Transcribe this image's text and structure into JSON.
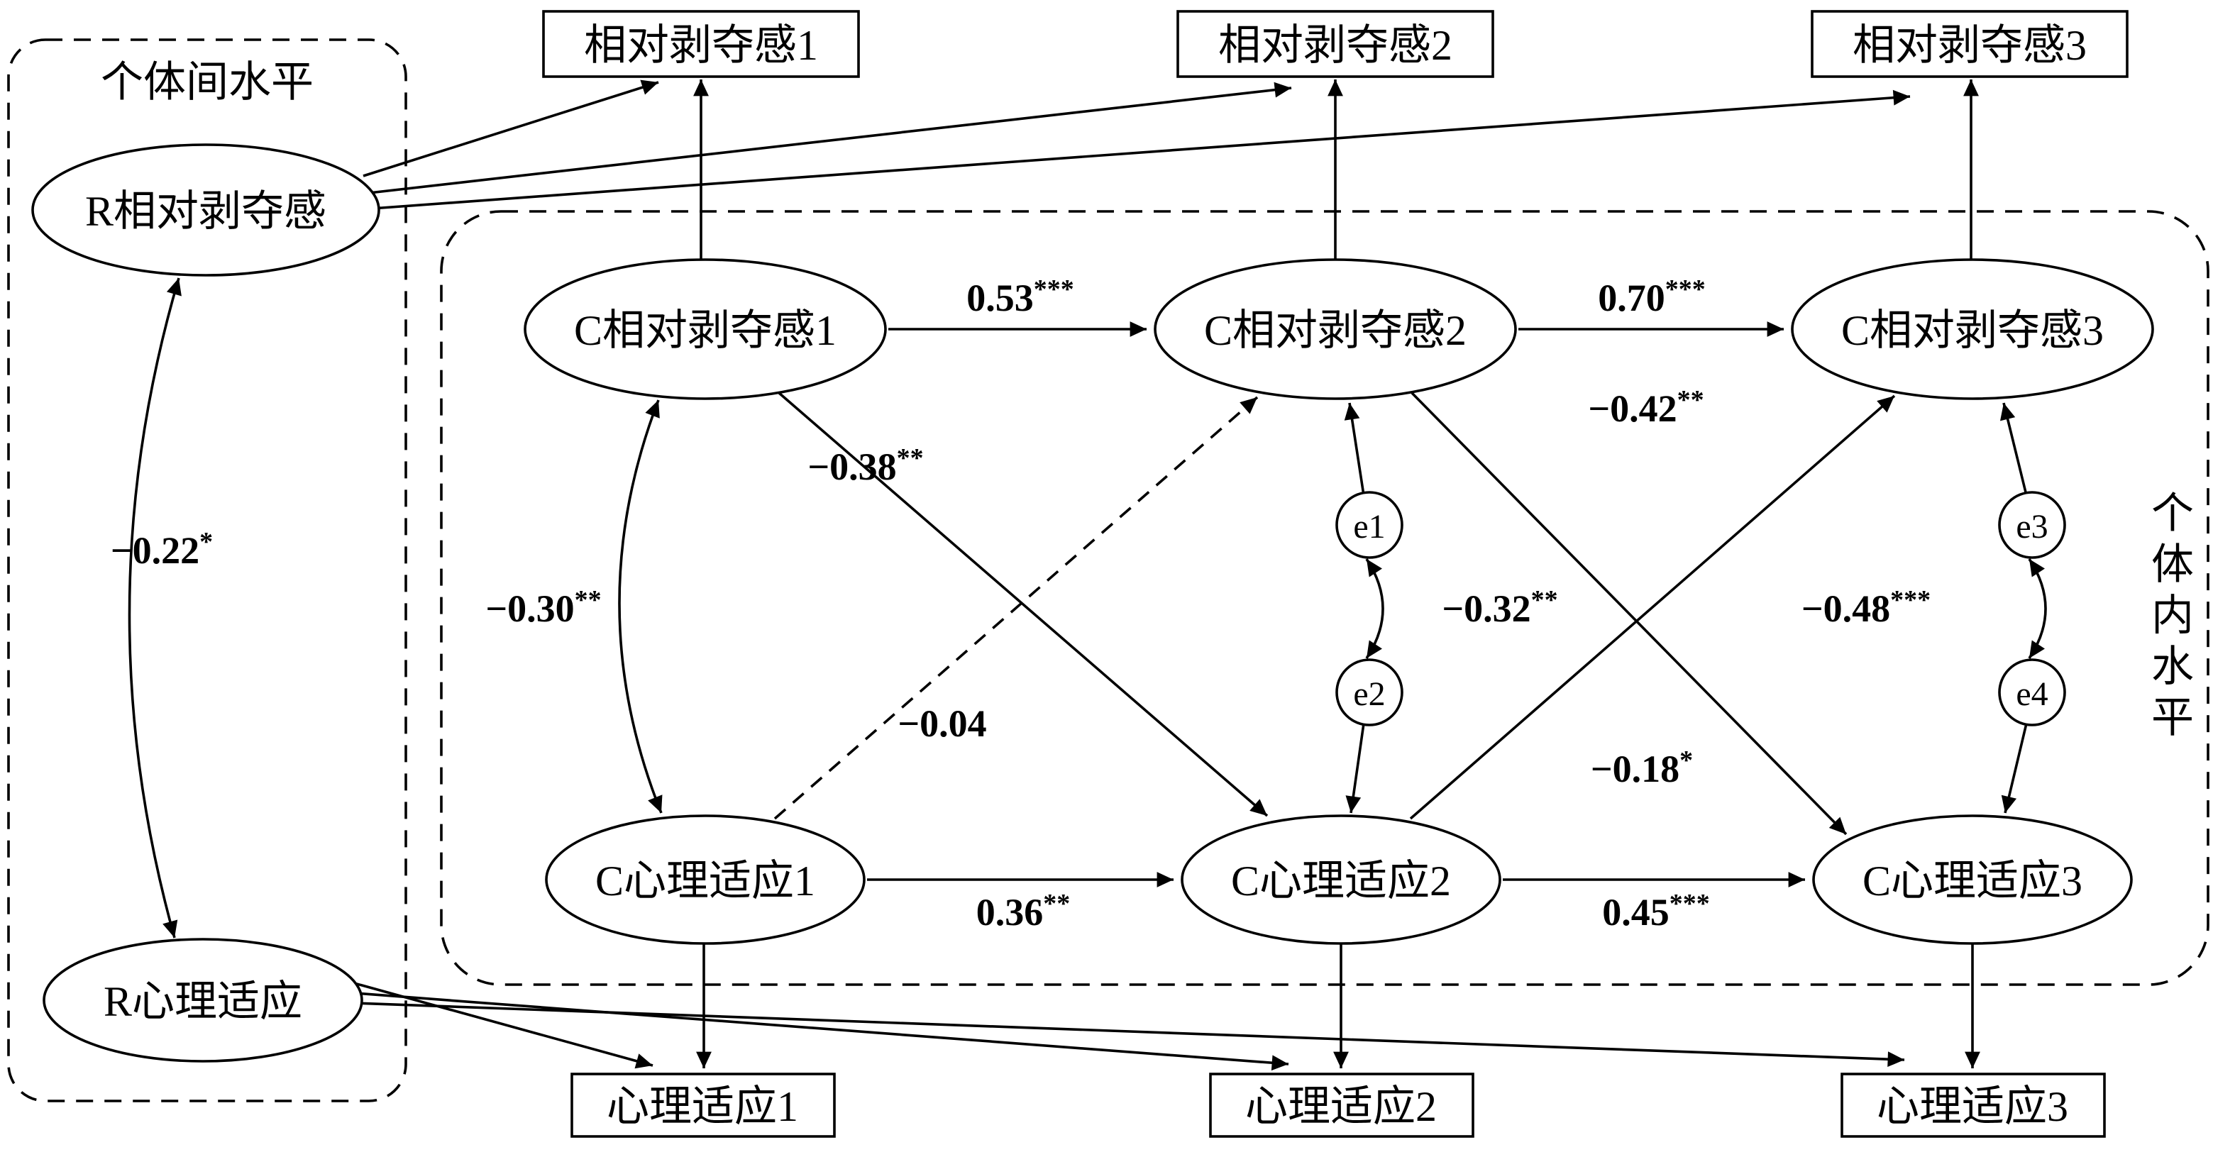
{
  "between_level": {
    "box_label": "个体间水平",
    "r_dep": "R相对剥夺感",
    "r_ada": "R心理适应",
    "corr": {
      "value": "−0.22",
      "stars": "*"
    }
  },
  "within_level": {
    "box_label": "个体内水平",
    "latent_dep": [
      "C相对剥夺感1",
      "C相对剥夺感2",
      "C相对剥夺感3"
    ],
    "latent_ada": [
      "C心理适应1",
      "C心理适应2",
      "C心理适应3"
    ],
    "errors": [
      "e1",
      "e2",
      "e3",
      "e4"
    ]
  },
  "observed": {
    "dep": [
      "相对剥夺感1",
      "相对剥夺感2",
      "相对剥夺感3"
    ],
    "ada": [
      "心理适应1",
      "心理适应2",
      "心理适应3"
    ]
  },
  "coefficients": {
    "dep1_dep2": {
      "value": "0.53",
      "stars": "***"
    },
    "dep2_dep3": {
      "value": "0.70",
      "stars": "***"
    },
    "ada1_ada2": {
      "value": "0.36",
      "stars": "**"
    },
    "ada2_ada3": {
      "value": "0.45",
      "stars": "***"
    },
    "dep1_ada2": {
      "value": "−0.38",
      "stars": "**"
    },
    "ada1_dep2": {
      "value": "−0.04",
      "stars": ""
    },
    "dep2_ada3": {
      "value": "−0.18",
      "stars": "*"
    },
    "ada2_dep3": {
      "value": "−0.42",
      "stars": "**"
    },
    "dep1_ada1": {
      "value": "−0.30",
      "stars": "**"
    },
    "e1_e2": {
      "value": "−0.32",
      "stars": "**"
    },
    "e3_e4": {
      "value": "−0.48",
      "stars": "***"
    }
  }
}
